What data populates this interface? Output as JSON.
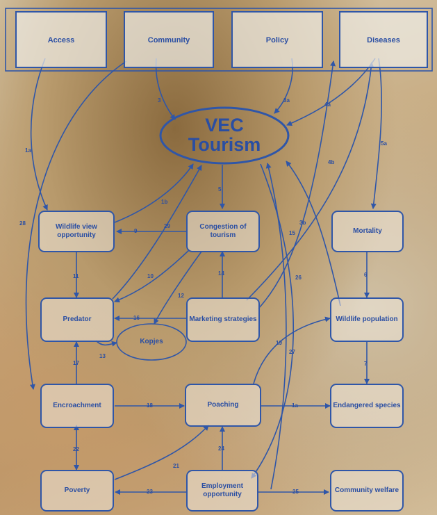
{
  "vec": {
    "line1": "VEC",
    "line2": "Tourism"
  },
  "top": {
    "access": "Access",
    "community": "Community",
    "policy": "Policy",
    "diseases": "Diseases"
  },
  "nodes": {
    "wildlife_view": "Wildlife view opportunity",
    "congestion": "Congestion of tourism",
    "mortality": "Mortality",
    "predator": "Predator",
    "marketing": "Marketing strategies",
    "wildlife_pop": "Wildlife population",
    "kopjes": "Kopjes",
    "encroachment": "Encroachment",
    "poaching": "Poaching",
    "endangered": "Endangered species",
    "poverty": "Poverty",
    "employment": "Employment opportunity",
    "welfare": "Community welfare"
  },
  "edges": {
    "e3": "3",
    "e3a": "3a",
    "e4a": "4a",
    "e5a": "5a",
    "e1a": "1a",
    "e28": "28",
    "e4b": "4b",
    "e1b": "1b",
    "e5": "5",
    "e3b": "3b",
    "e15": "15",
    "e29": "29",
    "e9": "9",
    "e26": "26",
    "e11": "11",
    "e10": "10",
    "e12": "12",
    "e14": "14",
    "e6": "6",
    "e16": "16",
    "e13": "13",
    "e19": "19",
    "e27": "27",
    "e17": "17",
    "e7": "7",
    "e18": "18",
    "e1a2": "1a",
    "e22": "22",
    "e21": "21",
    "e24": "24",
    "e23": "23",
    "e25": "25"
  }
}
